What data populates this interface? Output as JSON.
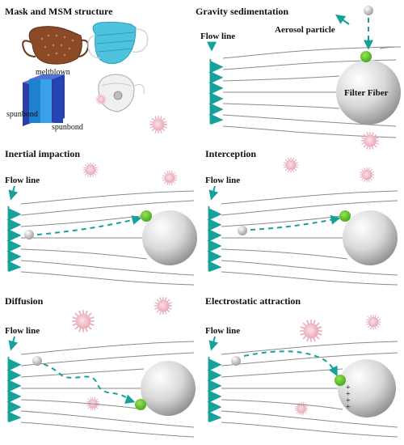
{
  "panels": {
    "mask": {
      "title": "Mask and MSM structure",
      "layers": {
        "meltblown": "meltblown",
        "spunbond_left": "spunbond",
        "spunbond_right": "spunbond"
      }
    },
    "gravity": {
      "title": "Gravity sedimentation",
      "flow_label": "Flow line",
      "particle_label": "Aerosol  particle",
      "fiber_label": "Filter Fiber"
    },
    "inertial": {
      "title": "Inertial impaction",
      "flow_label": "Flow line"
    },
    "interception": {
      "title": "Interception",
      "flow_label": "Flow line"
    },
    "diffusion": {
      "title": "Diffusion",
      "flow_label": "Flow line"
    },
    "electrostatic": {
      "title": "Electrostatic attraction",
      "flow_label": "Flow line",
      "charge_symbols": "+"
    }
  },
  "colors": {
    "teal": "#17a19b",
    "green_particle": "#55c21d",
    "aerosol_pink": "#f4c7cf",
    "fiber_gray": "#d6d6d6",
    "flow_line": "#8a8a8a"
  }
}
